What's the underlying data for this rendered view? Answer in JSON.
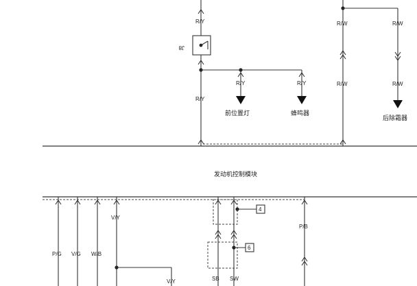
{
  "module": {
    "label": "发动机控制模块"
  },
  "fuse": {
    "label": "J8"
  },
  "upper_wires": {
    "left_top": "R/Y",
    "left_bottom": "R/Y",
    "branch_a": "R/Y",
    "branch_b": "R/Y",
    "mid_top": "R/W",
    "mid_bottom": "R/W",
    "right_top": "R/W",
    "right_bottom": "R/W"
  },
  "loads": {
    "front_lamp": "前位置灯",
    "buzzer": "蜂鸣器",
    "rear_defroster": "后除霜器"
  },
  "lower_wires": {
    "w1": "P/G",
    "w2": "V/G",
    "w3": "W/B",
    "w4": "V/Y",
    "w5": "V/Y",
    "w6": "SB",
    "w7": "SW",
    "w8": "P/B"
  },
  "connectors": {
    "c4": "4",
    "c6": "6"
  }
}
